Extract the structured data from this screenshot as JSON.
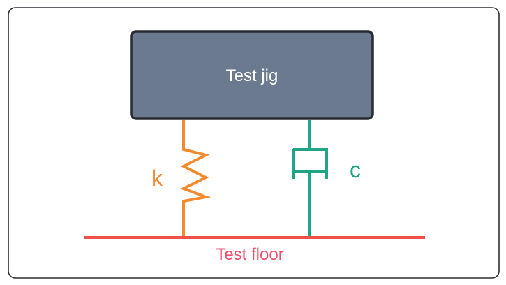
{
  "diagram": {
    "mass_label": "Test jig",
    "spring_label": "k",
    "damper_label": "c",
    "ground_label": "Test floor"
  },
  "colors": {
    "frame_border": "#2b2f36",
    "mass_fill": "#6b7a8f",
    "mass_border": "#262a31",
    "mass_text": "#ffffff",
    "spring": "#f28a30",
    "damper": "#1fa584",
    "ground": "#f0504a",
    "ground_text": "#f0506a"
  }
}
